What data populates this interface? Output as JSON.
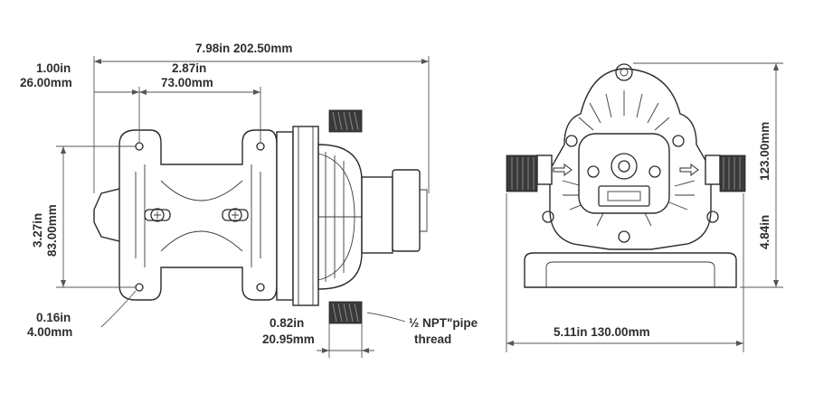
{
  "dimensions": {
    "overall_length": "7.98in 202.50mm",
    "offset_in": "1.00in",
    "offset_mm": "26.00mm",
    "hole_spacing_in": "2.87in",
    "hole_spacing_mm": "73.00mm",
    "mount_height_in": "3.27in",
    "mount_height_mm": "83.00mm",
    "hole_dia_in": "0.16in",
    "hole_dia_mm": "4.00mm",
    "port_in": "0.82in",
    "port_mm": "20.95mm",
    "pipe_thread_line1": "½ NPT\"pipe",
    "pipe_thread_line2": "thread",
    "overall_height_in": "4.84in",
    "overall_height_mm": "123.00mm",
    "overall_width": "5.11in  130.00mm"
  },
  "colors": {
    "line": "#2b2b2b",
    "text": "#2e2e2e",
    "thread": "#3a3a3a"
  }
}
